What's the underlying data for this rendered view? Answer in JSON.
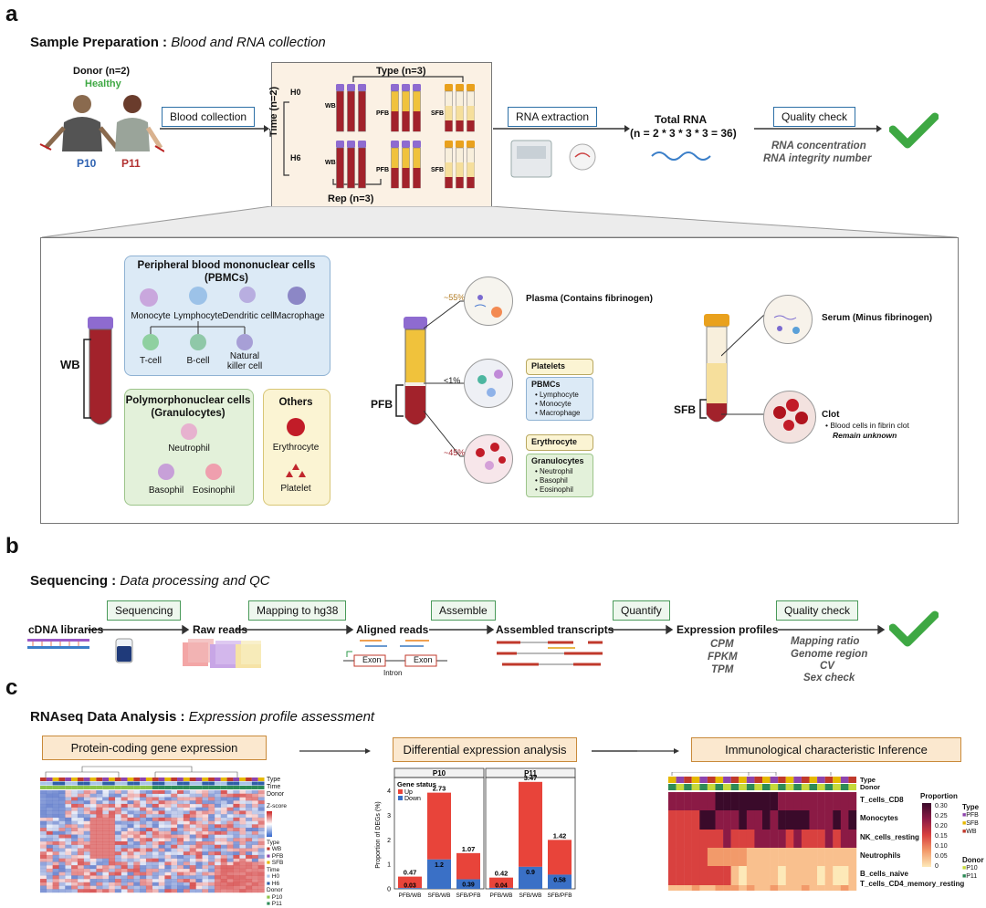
{
  "panel_a": {
    "letter": "a",
    "title_bold": "Sample Preparation :",
    "title_italic": "Blood and RNA collection",
    "donor_label": "Donor (n=2)",
    "healthy_label": "Healthy",
    "donor1": "P10",
    "donor2": "P11",
    "blood_collection": "Blood collection",
    "type_label": "Type (n=3)",
    "time_label": "Time (n=2)",
    "h0": "H0",
    "h6": "H6",
    "wb": "WB",
    "pfb": "PFB",
    "sfb": "SFB",
    "rep_label": "Rep (n=3)",
    "rna_extraction": "RNA extraction",
    "total_rna": "Total RNA",
    "total_rna_formula": "(n = 2 * 3 * 3 * 3 = 36)",
    "quality_check": "Quality check",
    "rna_conc": "RNA concentration",
    "rna_integrity": "RNA integrity number",
    "pbmc_title": "Peripheral blood mononuclear cells",
    "pbmc_abbr": "(PBMCs)",
    "monocyte": "Monocyte",
    "lymphocyte": "Lymphocyte",
    "dendritic": "Dendritic cell",
    "macrophage": "Macrophage",
    "tcell": "T-cell",
    "bcell": "B-cell",
    "nk_line1": "Natural",
    "nk_line2": "killer cell",
    "poly_title1": "Polymorphonuclear cells",
    "poly_title2": "(Granulocytes)",
    "neutrophil": "Neutrophil",
    "basophil": "Basophil",
    "eosinophil": "Eosinophil",
    "others_title": "Others",
    "erythrocyte": "Erythrocyte",
    "platelet": "Platelet",
    "pct_plasma": "~55%",
    "pct_buffy": "<1%",
    "pct_rbc": "~45%",
    "plasma_label": "Plasma (Contains fibrinogen)",
    "platelets_box": "Platelets",
    "pbmcs_box": "PBMCs",
    "pbmcs_items": [
      "Lymphocyte",
      "Monocyte",
      "Macrophage"
    ],
    "erythrocyte_box": "Erythrocyte",
    "granulocytes_box": "Granulocytes",
    "granulocytes_items": [
      "Neutrophil",
      "Basophil",
      "Eosinophil"
    ],
    "serum_label": "Serum (Minus fibrinogen)",
    "clot_label": "Clot",
    "clot_item": "Blood cells in fibrin clot",
    "clot_note": "Remain unknown"
  },
  "panel_b": {
    "letter": "b",
    "title_bold": "Sequencing :",
    "title_italic": "Data processing and QC",
    "steps": [
      "Sequencing",
      "Mapping to hg38",
      "Assemble",
      "Quantify",
      "Quality check"
    ],
    "stages": [
      "cDNA libraries",
      "Raw reads",
      "Aligned reads",
      "Assembled transcripts",
      "Expression profiles"
    ],
    "exon": "Exon",
    "intron": "Intron",
    "expr_metrics": [
      "CPM",
      "FPKM",
      "TPM"
    ],
    "qc_metrics": [
      "Mapping ratio",
      "Genome region",
      "CV",
      "Sex check"
    ]
  },
  "panel_c": {
    "letter": "c",
    "title_bold": "RNAseq Data Analysis :",
    "title_italic": "Expression profile assessment",
    "box1": "Protein-coding gene expression",
    "box2": "Differential expression analysis",
    "box3": "Immunological characteristic Inference",
    "hm1_tracks": [
      "Type",
      "Time",
      "Donor"
    ],
    "hm1_legend_z": "Z-score",
    "hm1_legend_type": "Type",
    "hm1_type_items": [
      "WB",
      "PFB",
      "SFB"
    ],
    "hm1_legend_time": "Time",
    "hm1_time_items": [
      "H0",
      "H6"
    ],
    "hm1_legend_donor": "Donor",
    "hm1_donor_items": [
      "P10",
      "P11"
    ],
    "hm2_tracks": [
      "Type",
      "Donor"
    ],
    "hm2_rows": [
      "T_cells_CD8",
      "Monocytes",
      "NK_cells_resting",
      "Neutrophils",
      "B_cells_naive",
      "T_cells_CD4_memory_resting"
    ],
    "hm2_legend_prop": "Proportion",
    "hm2_prop_ticks": [
      "0.30",
      "0.25",
      "0.20",
      "0.15",
      "0.10",
      "0.05",
      "0"
    ],
    "hm2_legend_type": "Type",
    "hm2_type_items": [
      "PFB",
      "SFB",
      "WB"
    ],
    "hm2_legend_donor": "Donor",
    "hm2_donor_items": [
      "P10",
      "P11"
    ]
  },
  "colors": {
    "up": "#e8443a",
    "down": "#3a70c6",
    "check": "#3ea843",
    "blood": "#9a1c24",
    "plasma": "#f0c23c"
  },
  "chart_data": {
    "type": "bar",
    "facets": [
      "P10",
      "P11"
    ],
    "categories": [
      "PFB/WB",
      "SFB/WB",
      "SFB/PFB"
    ],
    "legend_title": "Gene status",
    "ylabel": "Proportion of DEGs (%)",
    "ylim": [
      0,
      4.4
    ],
    "yticks": [
      "0",
      "1",
      "2",
      "3",
      "4"
    ],
    "series": [
      {
        "name": "Up",
        "P10": [
          0.47,
          2.73,
          1.07
        ],
        "P11": [
          0.42,
          3.47,
          1.42
        ]
      },
      {
        "name": "Down",
        "P10": [
          0.03,
          1.2,
          0.39
        ],
        "P11": [
          0.04,
          0.9,
          0.58
        ]
      }
    ]
  }
}
